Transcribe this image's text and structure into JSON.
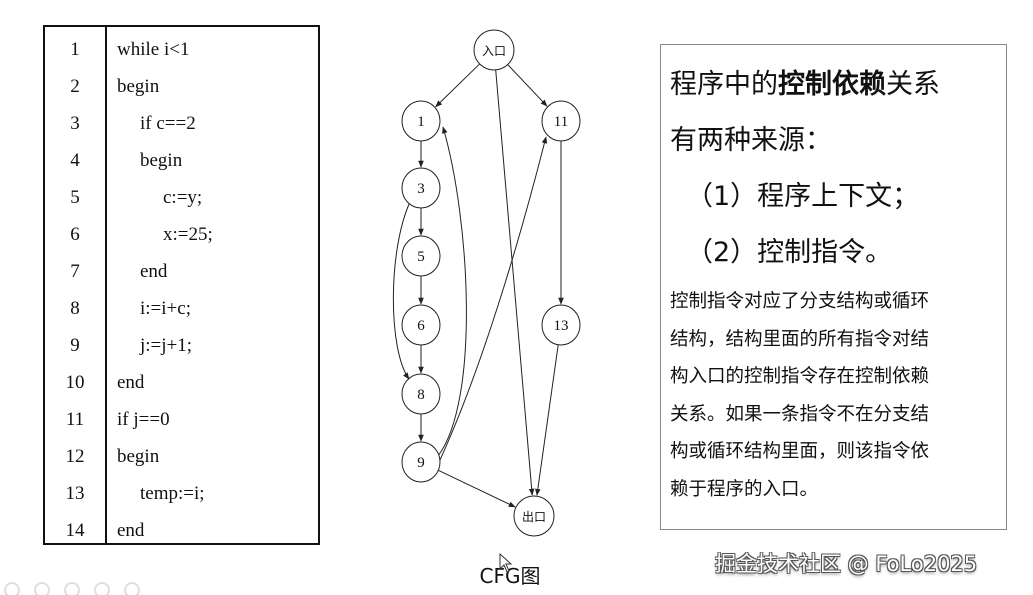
{
  "code": {
    "lines": [
      {
        "n": "1",
        "text": "while i<1",
        "indent": 0
      },
      {
        "n": "2",
        "text": "begin",
        "indent": 0
      },
      {
        "n": "3",
        "text": "if c==2",
        "indent": 1
      },
      {
        "n": "4",
        "text": "begin",
        "indent": 1
      },
      {
        "n": "5",
        "text": "c:=y;",
        "indent": 2
      },
      {
        "n": "6",
        "text": "x:=25;",
        "indent": 2
      },
      {
        "n": "7",
        "text": "end",
        "indent": 1
      },
      {
        "n": "8",
        "text": "i:=i+c;",
        "indent": 1
      },
      {
        "n": "9",
        "text": "j:=j+1;",
        "indent": 1
      },
      {
        "n": "10",
        "text": "end",
        "indent": 0
      },
      {
        "n": "11",
        "text": "if j==0",
        "indent": 0
      },
      {
        "n": "12",
        "text": "begin",
        "indent": 0
      },
      {
        "n": "13",
        "text": "temp:=i;",
        "indent": 1
      },
      {
        "n": "14",
        "text": "end",
        "indent": 0
      }
    ]
  },
  "cfg": {
    "caption": "CFG图",
    "nodes": [
      {
        "id": "entry",
        "label": "入口"
      },
      {
        "id": "n1",
        "label": "1"
      },
      {
        "id": "n11",
        "label": "11"
      },
      {
        "id": "n3",
        "label": "3"
      },
      {
        "id": "n5",
        "label": "5"
      },
      {
        "id": "n6",
        "label": "6"
      },
      {
        "id": "n8",
        "label": "8"
      },
      {
        "id": "n9",
        "label": "9"
      },
      {
        "id": "n13",
        "label": "13"
      },
      {
        "id": "exit",
        "label": "出口"
      }
    ],
    "edges": [
      [
        "entry",
        "n1"
      ],
      [
        "entry",
        "n11"
      ],
      [
        "entry",
        "exit"
      ],
      [
        "n1",
        "n3"
      ],
      [
        "n3",
        "n5"
      ],
      [
        "n5",
        "n6"
      ],
      [
        "n6",
        "n8"
      ],
      [
        "n3",
        "n8"
      ],
      [
        "n8",
        "n9"
      ],
      [
        "n9",
        "n1"
      ],
      [
        "n9",
        "n11"
      ],
      [
        "n9",
        "exit"
      ],
      [
        "n11",
        "n13"
      ],
      [
        "n13",
        "exit"
      ]
    ]
  },
  "explain": {
    "line1_pre": "程序中的",
    "line1_bold": "控制依赖",
    "line1_post": "关系",
    "line2": "有两种来源：",
    "item1": "（1）程序上下文；",
    "item2": "（2）控制指令。",
    "detail": [
      "控制指令对应了分支结构或循环",
      "结构，结构里面的所有指令对结",
      "构入口的控制指令存在控制依赖",
      "关系。如果一条指令不在分支结",
      "构或循环结构里面，则该指令依",
      "赖于程序的入口。"
    ]
  },
  "watermark": "掘金技术社区 @ FoLo2025"
}
